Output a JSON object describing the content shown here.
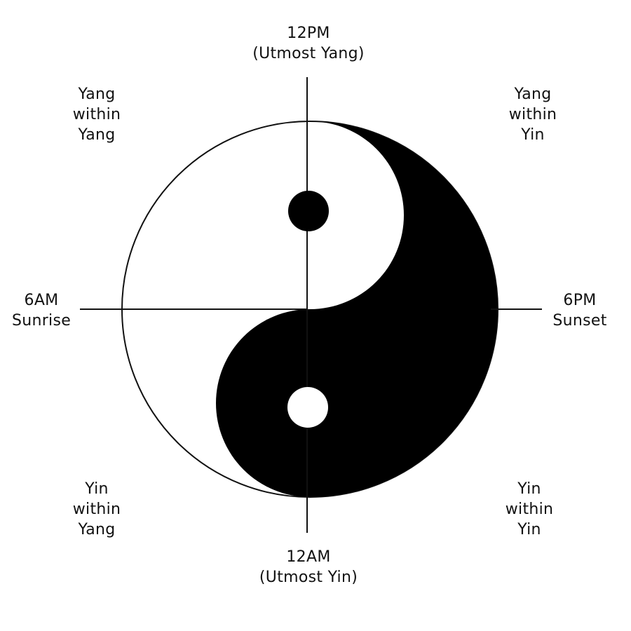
{
  "colors": {
    "yang": "#ffffff",
    "yin": "#000000",
    "line": "#111111"
  },
  "labels": {
    "top": {
      "line1": "12PM",
      "line2": "(Utmost Yang)"
    },
    "bottom": {
      "line1": "12AM",
      "line2": "(Utmost Yin)"
    },
    "left": {
      "line1": "6AM",
      "line2": "Sunrise"
    },
    "right": {
      "line1": "6PM",
      "line2": "Sunset"
    },
    "upper_left": {
      "line1": "Yang",
      "line2": "within",
      "line3": "Yang"
    },
    "upper_right": {
      "line1": "Yang",
      "line2": "within",
      "line3": "Yin"
    },
    "lower_left": {
      "line1": "Yin",
      "line2": "within",
      "line3": "Yang"
    },
    "lower_right": {
      "line1": "Yin",
      "line2": "within",
      "line3": "Yin"
    }
  }
}
